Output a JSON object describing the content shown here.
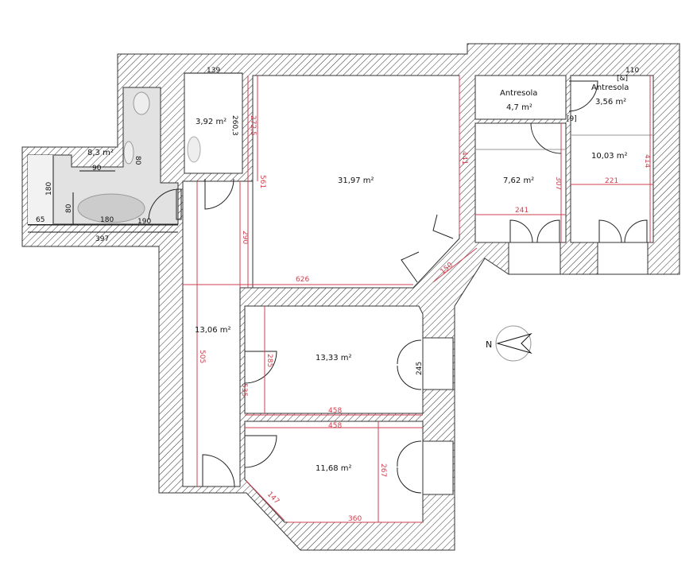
{
  "rooms": [
    {
      "name": "living",
      "area": "31,97 m²"
    },
    {
      "name": "bathroom",
      "area": "8,3 m²"
    },
    {
      "name": "wc",
      "area": "3,92 m²"
    },
    {
      "name": "corridor",
      "area": "13,06 m²"
    },
    {
      "name": "bedroom-1",
      "area": "13,33 m²"
    },
    {
      "name": "bedroom-2",
      "area": "11,68 m²"
    },
    {
      "name": "antresola-1",
      "label": "Antresola",
      "area": "4,7 m²"
    },
    {
      "name": "antresola-2",
      "label": "Antresola",
      "area": "3,56 m²"
    },
    {
      "name": "room-7",
      "area": "7,62 m²"
    },
    {
      "name": "room-10",
      "area": "10,03 m²"
    }
  ],
  "dimensions": [
    "139",
    "260,3",
    "272,5",
    "561",
    "441",
    "626",
    "150",
    "290",
    "307",
    "241",
    "221",
    "414",
    "110",
    "458",
    "458",
    "285",
    "245",
    "535",
    "267",
    "147",
    "360",
    "505",
    "180",
    "80",
    "90",
    "80",
    "180",
    "65",
    "397",
    "190"
  ],
  "markers": [
    "[&]",
    "[9]"
  ],
  "compass": {
    "label": "N"
  },
  "colors": {
    "wall_hatch": "#333333",
    "dimension": "#d04050",
    "bathroom_floor": "#e2e2e2"
  }
}
